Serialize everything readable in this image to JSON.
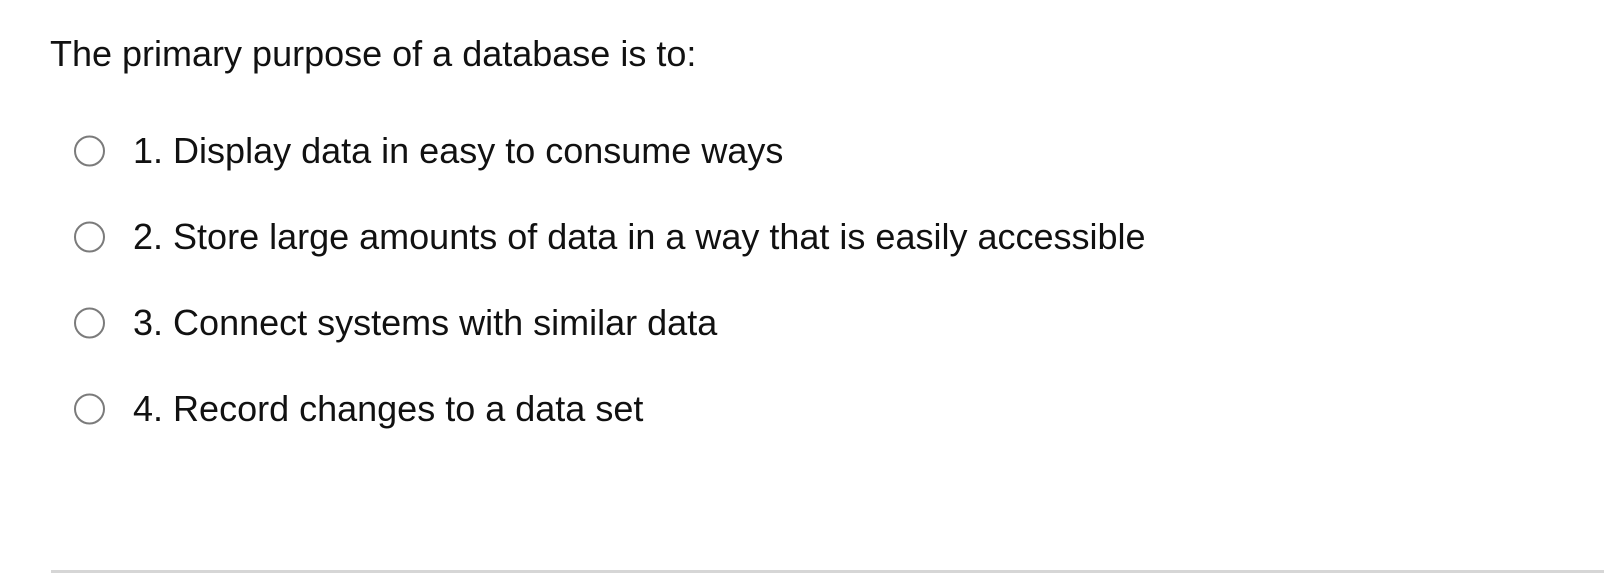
{
  "question": {
    "prompt": "The primary purpose of a database is to:",
    "options": [
      {
        "number": "1.",
        "label": "Display data in easy to consume ways",
        "selected": false
      },
      {
        "number": "2.",
        "label": "Store large amounts of data in a way that is easily accessible",
        "selected": false
      },
      {
        "number": "3.",
        "label": "Connect systems with similar data",
        "selected": false
      },
      {
        "number": "4.",
        "label": "Record changes to a data set",
        "selected": false
      }
    ]
  },
  "colors": {
    "background": "#ffffff",
    "text": "#111111",
    "radio_border": "#7b7b7b",
    "divider": "#d6d6d6"
  }
}
